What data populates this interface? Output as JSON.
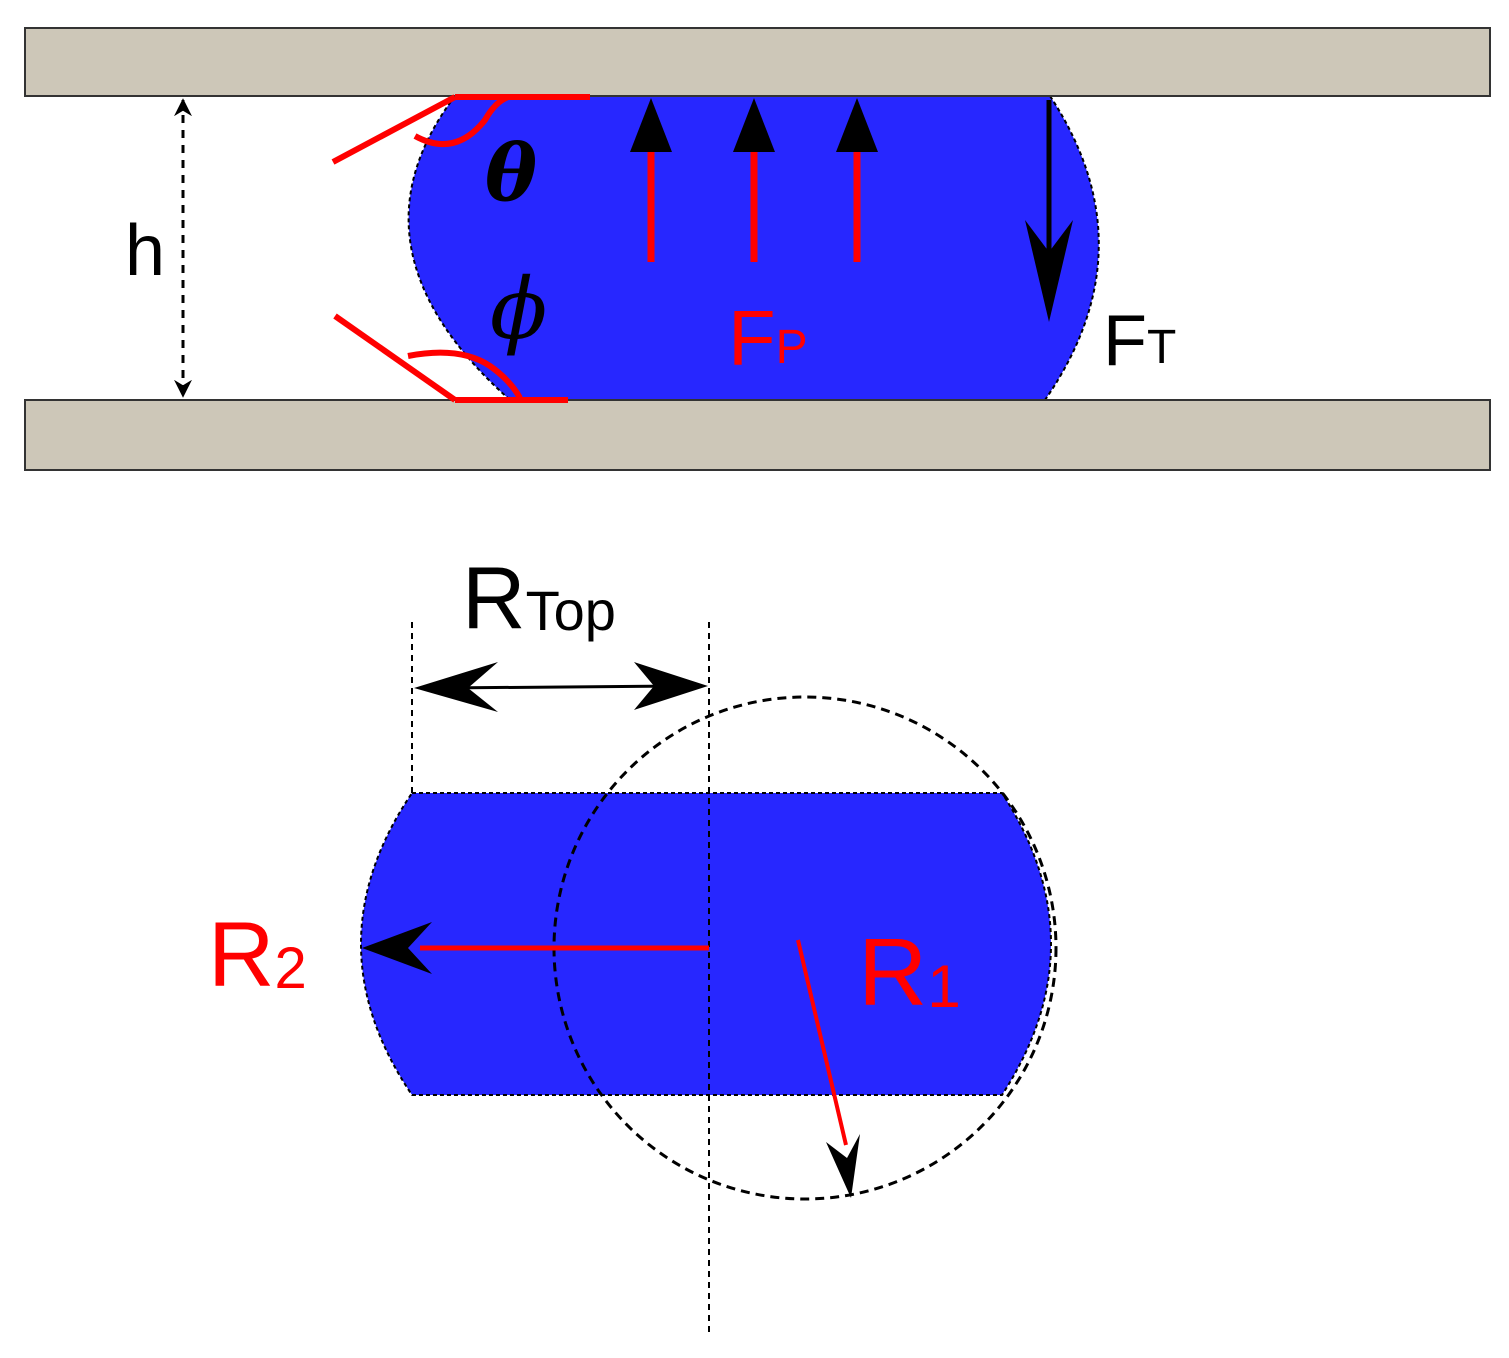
{
  "colors": {
    "plate_fill": "#cdc7b8",
    "plate_stroke": "#333333",
    "liquid": "#2727ff",
    "accent_red": "#ff0000",
    "ink": "#000000"
  },
  "labels": {
    "h": "h",
    "theta": "θ",
    "phi": "ϕ",
    "fp_main": "F",
    "fp_sub": "P",
    "ft_main": "F",
    "ft_sub": "T",
    "rtop_main": "R",
    "rtop_sub": "Top",
    "r2_main": "R",
    "r2_sub": "2",
    "r1_main": "R",
    "r1_sub": "1"
  },
  "icons": {
    "force_arrow": "up-arrow-icon",
    "tension_arrow": "down-arrow-icon"
  }
}
